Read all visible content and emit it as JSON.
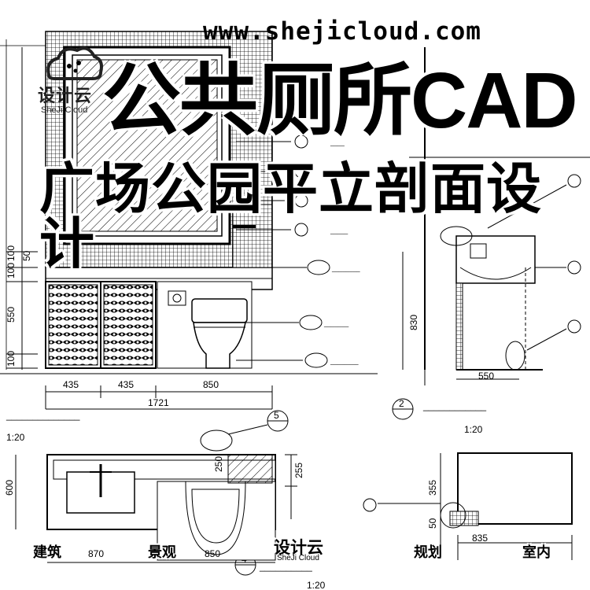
{
  "watermark": {
    "url": "www.shejicloud.com",
    "logo_text": "设计云",
    "logo_sub": "SheJi Cloud"
  },
  "title": {
    "main": "公共厕所CAD",
    "sub": "广场公园平立剖面设计"
  },
  "drawing_labels": {
    "dim_435_a": "435",
    "dim_435_b": "435",
    "dim_850_top": "850",
    "dim_1721": "1721",
    "dim_550": "550",
    "dim_830": "830",
    "dim_550_left": "550",
    "scale_a": "1:20",
    "scale_b": "1:20",
    "scale_c": "1:20",
    "dim_600": "600",
    "dim_250": "250",
    "dim_255": "255",
    "dim_870": "870",
    "dim_850_bottom": "850",
    "dim_50": "50",
    "dim_355": "355",
    "dim_835": "835",
    "section_2": "2",
    "section_4": "4",
    "section_5": "5"
  },
  "categories": [
    "建筑",
    "景观",
    "规划",
    "室内"
  ],
  "bottom_logo": {
    "text": "设计云",
    "sub": "SheJi Cloud"
  }
}
